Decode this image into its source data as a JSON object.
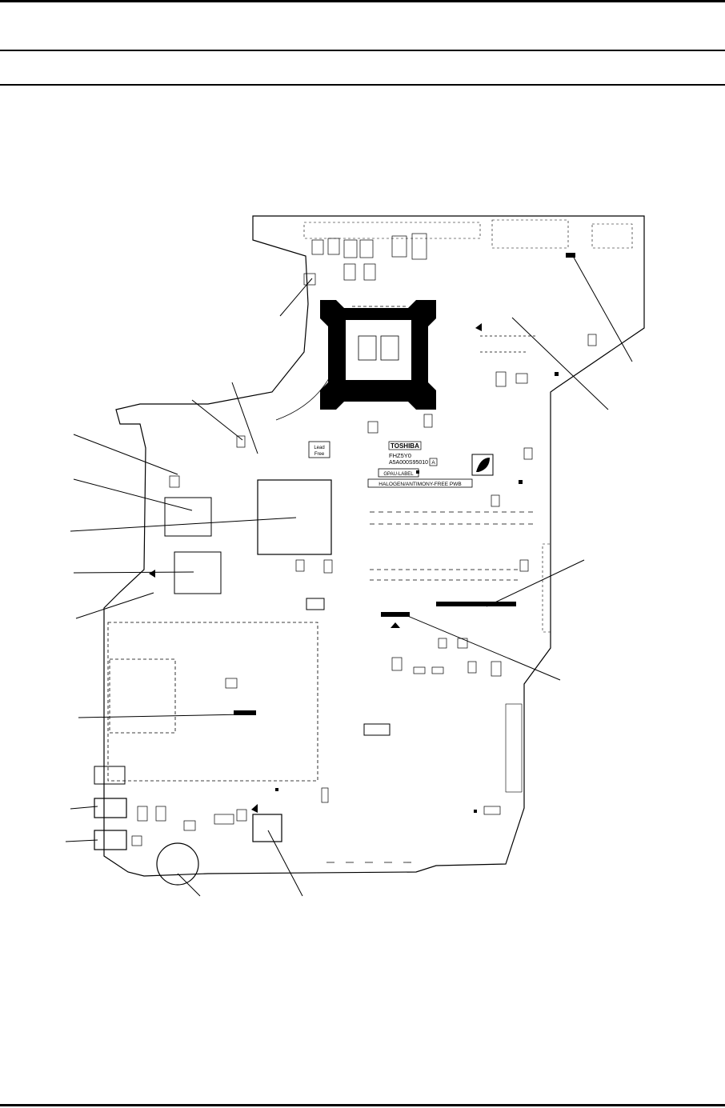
{
  "board": {
    "logo": "TOSHIBA",
    "model": "FHZ5Y0",
    "part_number": "A5A000S95010",
    "revision": "A",
    "lead_free": [
      "Lead",
      "Free"
    ],
    "gpu_label": "GPAU-LABEL",
    "halogen_label": "HALOGEN/ANTIMONY-FREE PWB"
  },
  "colors": {
    "ink": "#000000",
    "paper": "#ffffff"
  }
}
